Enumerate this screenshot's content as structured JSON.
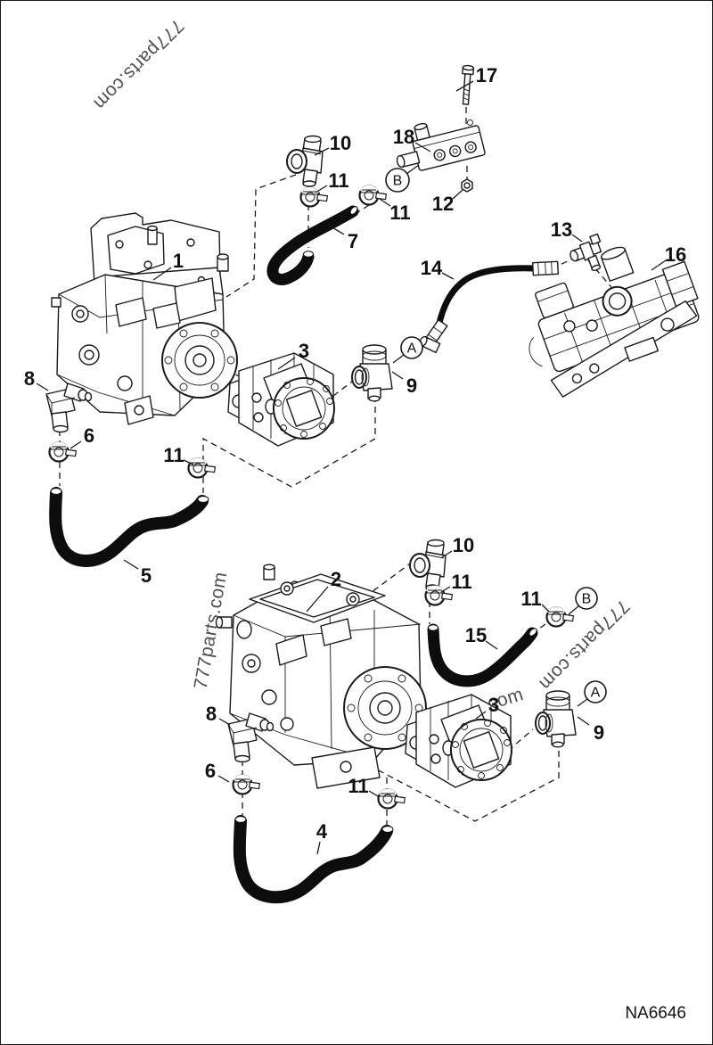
{
  "page": {
    "drawing_number": "NA6646",
    "watermark_text": "777parts.com",
    "background": "#ffffff",
    "line_color": "#1a1a1a"
  },
  "callouts": {
    "l17": "17",
    "l18": "18",
    "l12": "12",
    "l10a": "10",
    "l11a": "11",
    "l11b": "11",
    "l7": "7",
    "l13": "13",
    "l14": "14",
    "l16": "16",
    "l1": "1",
    "l8a": "8",
    "l6a": "6",
    "l11c": "11",
    "l5": "5",
    "l3a": "3",
    "l9a": "9",
    "l2": "2",
    "l10b": "10",
    "l11d": "11",
    "l11e": "11",
    "l15": "15",
    "l8b": "8",
    "l6b": "6",
    "l11f": "11",
    "l4": "4",
    "l3b": "3",
    "l9b": "9"
  },
  "ref_circles": {
    "a1": "A",
    "a2": "A",
    "b1": "B",
    "b2": "B"
  }
}
